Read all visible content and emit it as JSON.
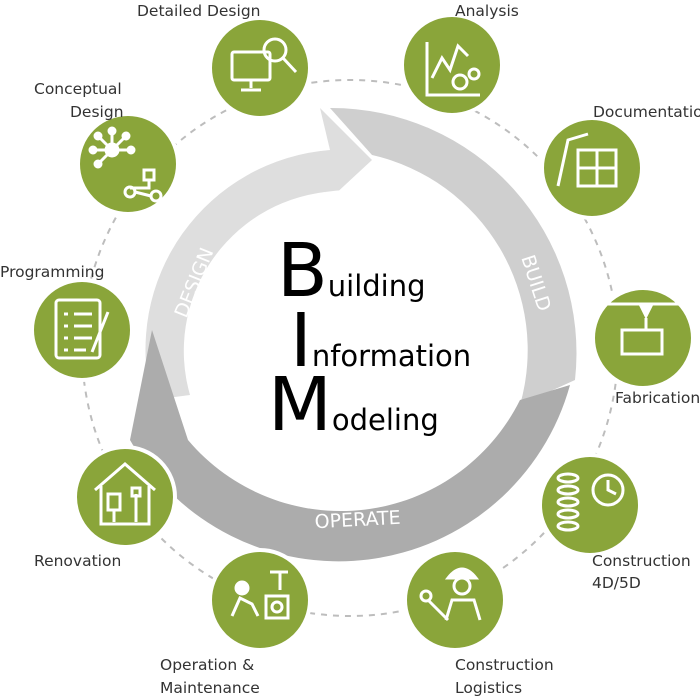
{
  "colors": {
    "node_fill": "#8aa53a",
    "node_ring": "#ffffff",
    "arc_design": "#d9d9d9",
    "arc_build": "#c8c8c8",
    "arc_operate": "#a9a9a9",
    "dashed_ring": "#bdbdbd"
  },
  "center": {
    "line1_letter": "B",
    "line1_rest": "uilding",
    "line2_letter": "I",
    "line2_rest": "nformation",
    "line3_letter": "M",
    "line3_rest": "odeling"
  },
  "phases": {
    "design": "DESIGN",
    "build": "BUILD",
    "operate": "OPERATE"
  },
  "nodes": [
    {
      "id": "detailed-design",
      "label": "Detailed Design",
      "icon": "monitor-magnifier-icon"
    },
    {
      "id": "analysis",
      "label": "Analysis",
      "icon": "chart-gears-icon"
    },
    {
      "id": "documentation",
      "label": "Documentation",
      "icon": "drafting-blueprint-icon"
    },
    {
      "id": "fabrication",
      "label": "Fabrication",
      "icon": "3d-printer-icon"
    },
    {
      "id": "construction-4d5d",
      "label": "Construction 4D/5D",
      "icon": "coins-clock-icon"
    },
    {
      "id": "construction-logistics",
      "label": "Construction Logistics",
      "icon": "worker-wrench-icon"
    },
    {
      "id": "operation-maintenance",
      "label": "Operation & Maintenance",
      "icon": "maintenance-worker-icon"
    },
    {
      "id": "renovation",
      "label": "Renovation",
      "icon": "house-tools-icon"
    },
    {
      "id": "programming",
      "label": "Programming",
      "icon": "checklist-pencil-icon"
    },
    {
      "id": "conceptual-design",
      "label": "Conceptual Design",
      "icon": "network-flow-icon"
    }
  ],
  "labels": {
    "detailed_design": "Detailed Design",
    "analysis": "Analysis",
    "documentation": "Documentation",
    "fabrication": "Fabrication",
    "construction_4d5d_l1": "Construction",
    "construction_4d5d_l2": "4D/5D",
    "construction_logistics_l1": "Construction",
    "construction_logistics_l2": "Logistics",
    "operation_l1": "Operation &",
    "operation_l2": "Maintenance",
    "renovation": "Renovation",
    "programming": "Programming",
    "conceptual_l1": "Conceptual",
    "conceptual_l2": "Design"
  }
}
